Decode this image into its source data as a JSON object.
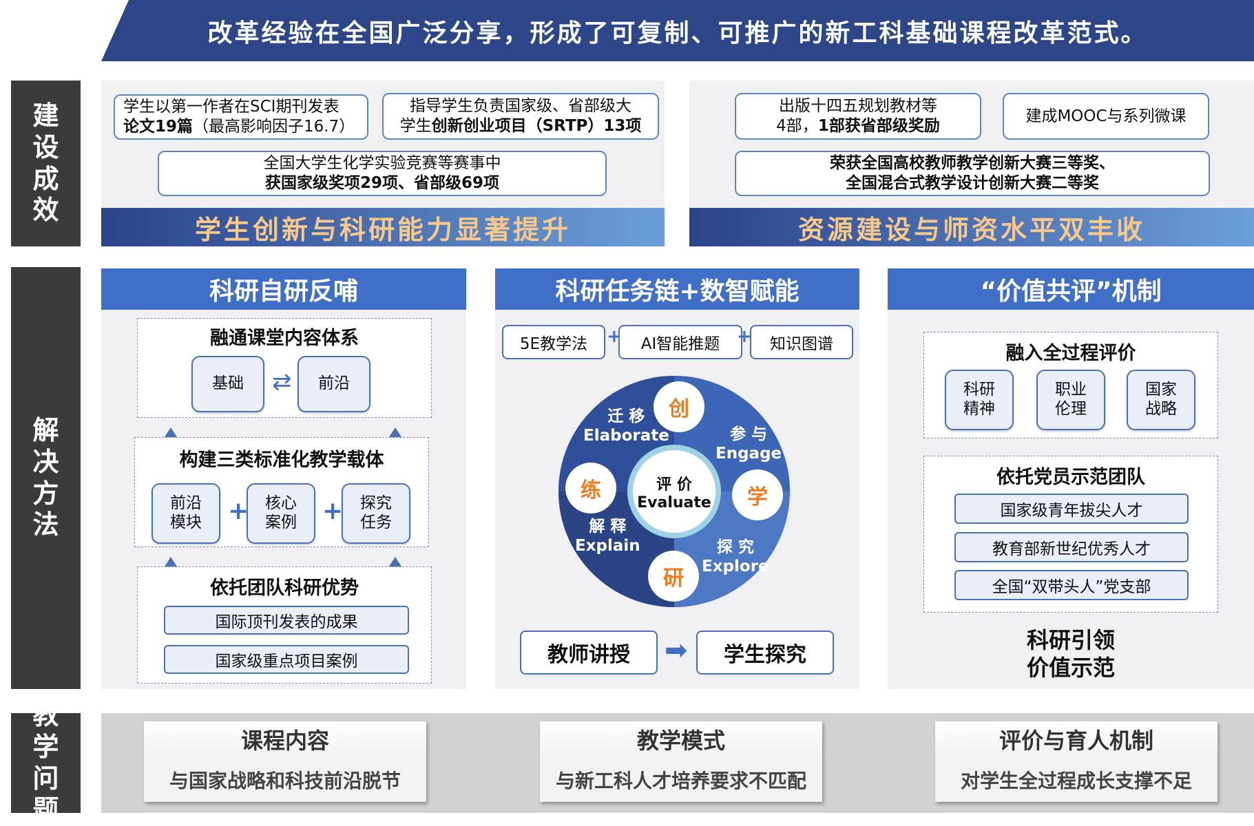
{
  "banner": "改革经验在全国广泛分享，形成了可复制、可推广的新工科基础课程改革范式。",
  "sections": {
    "results": "建设 成效",
    "methods": "解 决 方 法",
    "problems": "教学 问题"
  },
  "results": {
    "left": {
      "box1_a": "学生以第一作者在SCI期刊发表",
      "box1_b": "论文19篇",
      "box1_c": "（最高影响因子16.7）",
      "box2_a": "指导学生负责国家级、省部级大",
      "box2_b": "学生",
      "box2_c": "创新创业项目",
      "box2_d": "（SRTP）13项",
      "box3_a": "全国大学生化学实验竞赛等赛事中",
      "box3_b": "获国家级奖项29项、省部级69项",
      "strip": "学生创新与科研能力显著提升"
    },
    "right": {
      "box1_a": "出版十四五规划教材等",
      "box1_b": "4部，",
      "box1_c": "1部获省部级奖励",
      "box2": "建成MOOC与系列微课",
      "box3_a": "荣获全国高校教师教学创新大赛三等奖、",
      "box3_b": "全国混合式教学设计创新大赛二等奖",
      "strip": "资源建设与师资水平双丰收"
    }
  },
  "col1": {
    "title": "科研自研反哺",
    "g1_title": "融通课堂内容体系",
    "g1_items": [
      "基础",
      "前沿"
    ],
    "g2_title": "构建三类标准化教学载体",
    "g2_items": [
      "前沿\n模块",
      "核心\n案例",
      "探究\n任务"
    ],
    "g3_title": "依托团队科研优势",
    "g3_items": [
      "国际顶刊发表的成果",
      "国家级重点项目案例"
    ]
  },
  "col2": {
    "title": "科研任务链+数智赋能",
    "tags": [
      "5E教学法",
      "AI智能推题",
      "知识图谱"
    ],
    "cycle": {
      "center_cn": "评 价",
      "center_en": "Evaluate",
      "stages": [
        {
          "cn": "迁 移",
          "en": "Elaborate",
          "orb": "创"
        },
        {
          "cn": "参 与",
          "en": "Engage",
          "orb": "学"
        },
        {
          "cn": "探 究",
          "en": "Explore",
          "orb": "研"
        },
        {
          "cn": "解 释",
          "en": "Explain",
          "orb": "练"
        }
      ]
    },
    "flow": [
      "教师讲授",
      "学生探究"
    ]
  },
  "col3": {
    "title": "“价值共评”机制",
    "g1_title": "融入全过程评价",
    "g1_items": [
      "科研\n精神",
      "职业\n伦理",
      "国家\n战略"
    ],
    "g2_title": "依托党员示范团队",
    "g2_items": [
      "国家级青年拔尖人才",
      "教育部新世纪优秀人才",
      "全国“双带头人”党支部"
    ],
    "footer": "科研引领\n价值示范"
  },
  "problems": [
    {
      "title": "课程内容",
      "desc": "与国家战略和科技前沿脱节"
    },
    {
      "title": "教学模式",
      "desc": "与新工科人才培养要求不匹配"
    },
    {
      "title": "评价与育人机制",
      "desc": "对学生全过程成长支撑不足"
    }
  ],
  "colors": {
    "navy": "#2c4688",
    "blue": "#3f6fc6",
    "orange": "#ee7a22",
    "gray": "#3b3b3b"
  }
}
